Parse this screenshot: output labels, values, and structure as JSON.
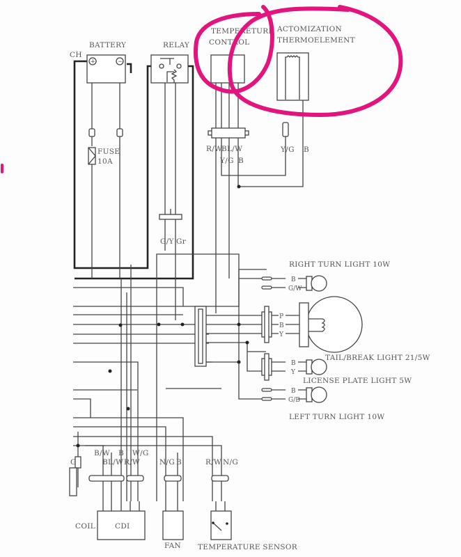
{
  "diagram": {
    "components": {
      "battery": "BATTERY",
      "switch_fragment": "CH",
      "relay": "RELAY",
      "fuse": "FUSE",
      "fuse_rating": "10A",
      "temp_control_line1": "TEMPERETURE",
      "temp_control_line2": "CONTROL",
      "thermo_line1": "ACTOMIZATION",
      "thermo_line2": "THERMOELEMENT",
      "right_turn": "RIGHT TURN LIGHT 10W",
      "tail_light": "TAIL/BREAK LIGHT 21/5W",
      "license_light": "LICENSE PLATE LIGHT 5W",
      "left_turn": "LEFT TURN LIGHT 10W",
      "coil": "COIL",
      "cdi": "CDI",
      "fan": "FAN",
      "temp_sensor": "TEMPERATURE SENSOR"
    },
    "wire_labels": {
      "tc_rw": "R/W",
      "tc_blw": "BL/W",
      "tc_yg": "Y/G",
      "tc_b": "B",
      "th_yg": "Y/G",
      "th_b": "B",
      "relay_gy": "G/Y",
      "relay_gr": "Gr",
      "rt_b": "B",
      "rt_gw": "G/W",
      "tail_p": "P",
      "tail_b": "B",
      "tail_y": "Y",
      "lp_b": "B",
      "lp_y": "Y",
      "lt_b": "B",
      "lt_gb": "G/B",
      "cdi_bw": "B/W",
      "cdi_b": "B",
      "cdi_wg": "W/G",
      "cdi_blw": "BL/W",
      "cdi_rw": "R/W",
      "fan_ng": "N/G",
      "fan_b": "B",
      "ts_rw": "R/W",
      "ts_ng": "N/G",
      "g_fragment": "G"
    },
    "annotation_color": "#e2157e"
  }
}
